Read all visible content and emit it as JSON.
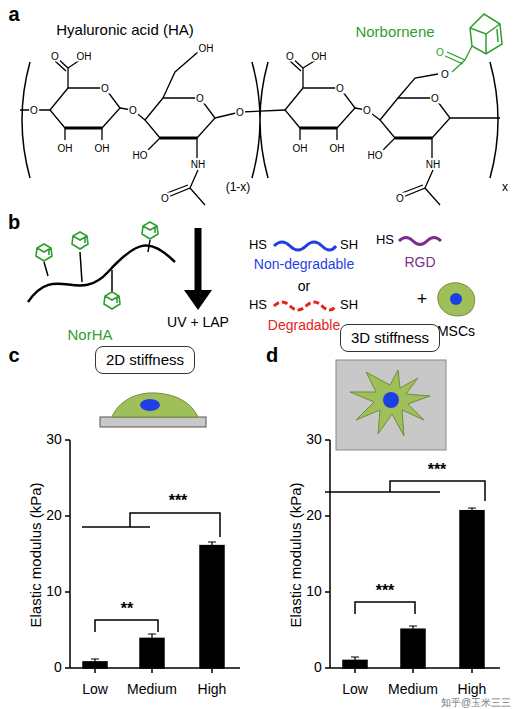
{
  "diagram": {
    "nodes": [
      {
        "text": [
          "2D stiffness"
        ]
      },
      {
        "text": [
          "3D stiffness"
        ]
      }
    ],
    "labels": [
      "a",
      "Hyaluronic acid (HA)",
      "Norbornene",
      "O",
      "O",
      "OH",
      "O",
      "OH",
      "OH",
      "O",
      "OH",
      "HO",
      "O",
      "NH",
      "O",
      "O",
      "(1-x)",
      "O",
      "O",
      "OH",
      "OH",
      "OH",
      "O",
      "HO",
      "O",
      "NH",
      "O",
      "O",
      "O",
      "x",
      "b",
      "NorHA",
      "UV + LAP",
      "HS",
      "SH",
      "Non-degradable",
      "or",
      "HS",
      "SH",
      "Degradable",
      "HS",
      "RGD",
      "+",
      "MSCs",
      "c",
      "Elastic modulus (kPa)",
      "0",
      "10",
      "20",
      "30",
      "Low",
      "Medium",
      "High",
      "**",
      "***",
      "d",
      "Elastic modulus (kPa)",
      "0",
      "10",
      "20",
      "30",
      "Low",
      "Medium",
      "High",
      "***",
      "***",
      "知乎@玉米三三"
    ]
  }
}
